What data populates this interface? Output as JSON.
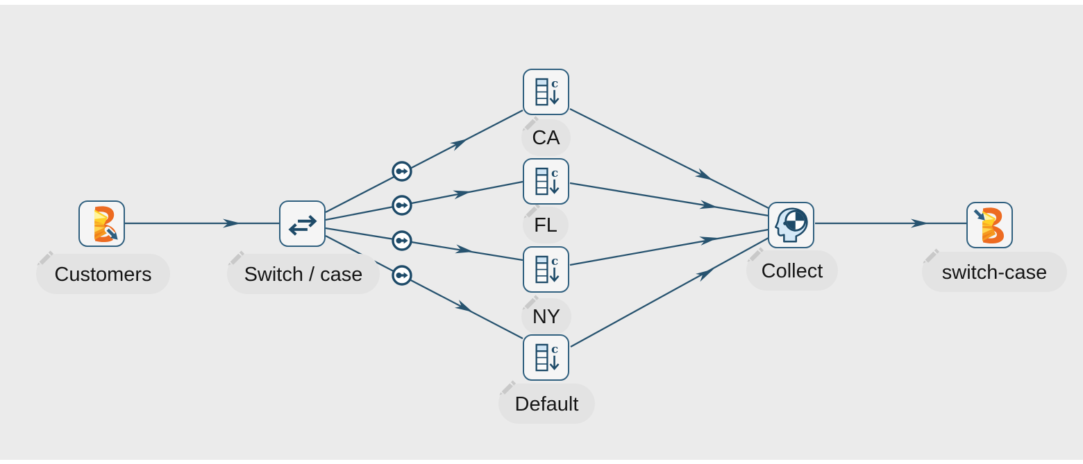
{
  "canvas": {
    "background": "#ebebeb",
    "edge_color": "#27536f",
    "node_border": "#30607f",
    "node_fill": "#f5f5f5",
    "pill_bg": "#e3e3e3",
    "accent_light_blue": "#cfe5f5",
    "logo_orange": "#ed6b21",
    "logo_yellow": "#ffcf26"
  },
  "icons": {
    "sort_letter": "c",
    "names": [
      "b-logo-output-icon",
      "swap-arrows-icon",
      "sort-column-icon",
      "head-target-icon",
      "b-logo-input-icon",
      "route-port-icon",
      "edit-pencil-icon"
    ]
  },
  "nodes": [
    {
      "id": "customers",
      "label": "Customers",
      "icon": "b-logo-output-icon"
    },
    {
      "id": "switch-case",
      "label": "Switch / case",
      "icon": "swap-arrows-icon"
    },
    {
      "id": "case-ca",
      "label": "CA",
      "icon": "sort-column-icon"
    },
    {
      "id": "case-fl",
      "label": "FL",
      "icon": "sort-column-icon"
    },
    {
      "id": "case-ny",
      "label": "NY",
      "icon": "sort-column-icon"
    },
    {
      "id": "case-default",
      "label": "Default",
      "icon": "sort-column-icon"
    },
    {
      "id": "collect",
      "label": "Collect",
      "icon": "head-target-icon"
    },
    {
      "id": "output",
      "label": "switch-case",
      "icon": "b-logo-input-icon"
    }
  ]
}
